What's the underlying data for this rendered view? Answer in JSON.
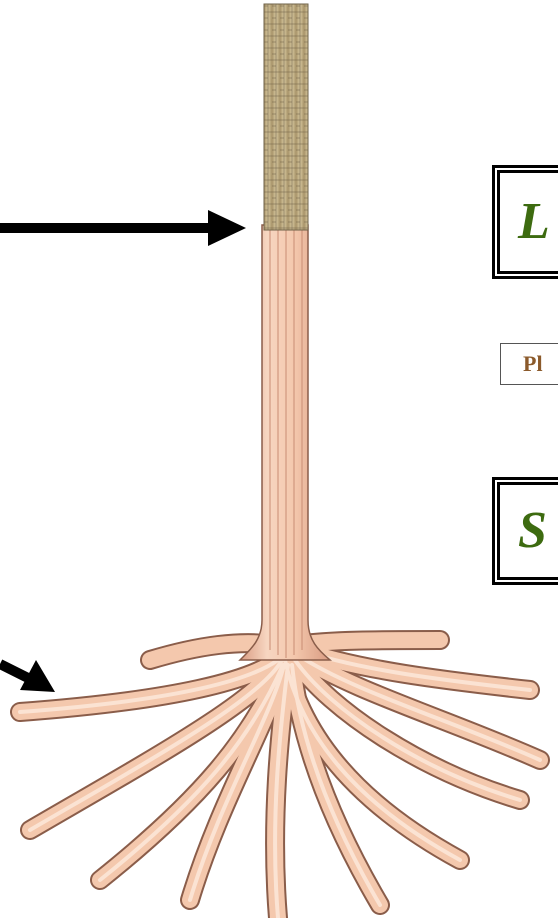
{
  "labels": {
    "top_box": "L",
    "middle_box": "Pl",
    "bottom_box": "S"
  },
  "colors": {
    "top_box_text": "#3d6b10",
    "middle_box_text": "#8b5a2b",
    "bottom_box_text": "#3d6b10",
    "stem_fill": "#f4c8ad",
    "stem_shadow": "#d99b82",
    "stem_outline": "#8a5d4a",
    "hair_section": "#c9b78b",
    "arrow": "#000000"
  },
  "icons": {
    "arrow_top": "arrow-right-icon",
    "arrow_bottom": "arrow-down-right-icon"
  }
}
